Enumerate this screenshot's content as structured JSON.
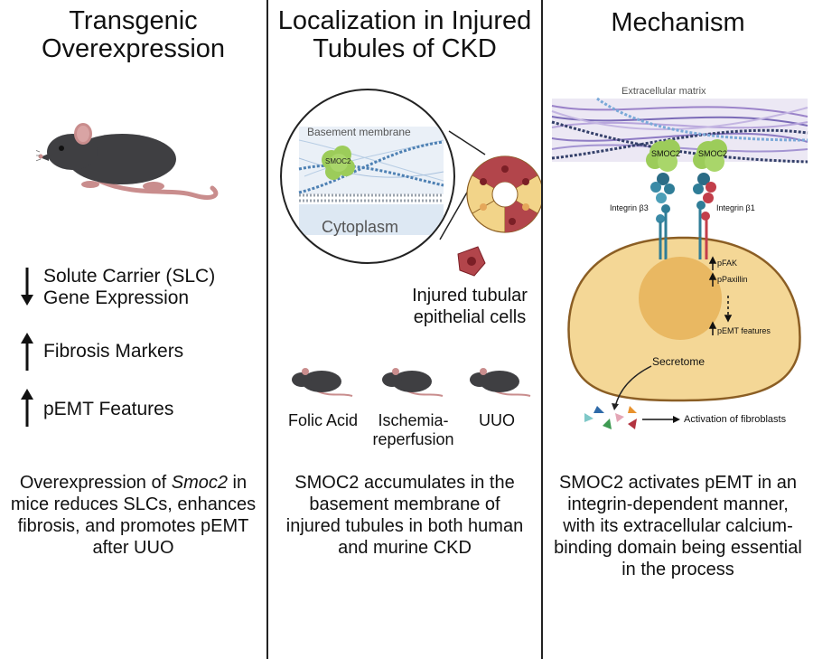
{
  "panel1": {
    "title_line1": "Transgenic",
    "title_line2": "Overexpression",
    "bullets": [
      {
        "direction": "down",
        "line1": "Solute Carrier (SLC)",
        "line2": "Gene Expression"
      },
      {
        "direction": "up",
        "line1": "Fibrosis Markers",
        "line2": ""
      },
      {
        "direction": "up",
        "line1": "pEMT Features",
        "line2": ""
      }
    ],
    "summary_pre": "Overexpression of ",
    "summary_gene": "Smoc2",
    "summary_post_line1": " in",
    "summary_line2": "mice reduces SLCs, enhances",
    "summary_line3": "fibrosis, and promotes pEMT",
    "summary_line4": "after UUO"
  },
  "panel2": {
    "title_line1": "Localization in Injured",
    "title_line2": "Tubules of CKD",
    "basement_membrane_label": "Basement membrane",
    "smoc2_label": "SMOC2",
    "cytoplasm_label": "Cytoplasm",
    "injured_cells_line1": "Injured tubular",
    "injured_cells_line2": "epithelial cells",
    "models": [
      {
        "line1": "Folic Acid",
        "line2": ""
      },
      {
        "line1": "Ischemia-",
        "line2": "reperfusion"
      },
      {
        "line1": "UUO",
        "line2": ""
      }
    ],
    "summary_line1": "SMOC2 accumulates in the",
    "summary_line2": "basement membrane of",
    "summary_line3": "injured tubules in both human",
    "summary_line4": "and murine CKD"
  },
  "panel3": {
    "title": "Mechanism",
    "ecm_label": "Extracellular matrix",
    "smoc2_left": "SMOC2",
    "smoc2_right": "SMOC2",
    "integrin_left": "Integrin β3",
    "integrin_right": "Integrin β1",
    "pfak": "pFAK",
    "ppaxillin": "pPaxillin",
    "pemt": "pEMT features",
    "secretome": "Secretome",
    "activation": "Activation of fibroblasts",
    "summary_line1": "SMOC2 activates pEMT in an",
    "summary_line2": "integrin-dependent manner,",
    "summary_line3": "with its extracellular calcium-",
    "summary_line4": "binding domain being essential",
    "summary_line5": "in the process"
  },
  "colors": {
    "mouse": "#3f3f42",
    "mouse_ear": "#c98d8d",
    "smoc2": "#9ccc5a",
    "cell": "#f4d796",
    "cell_border": "#8b5e24",
    "nucleus": "#e9b862",
    "injured_cell": "#b2454b",
    "integrin_b3": "#2f7d97",
    "integrin_b1": "#c23e4a"
  }
}
